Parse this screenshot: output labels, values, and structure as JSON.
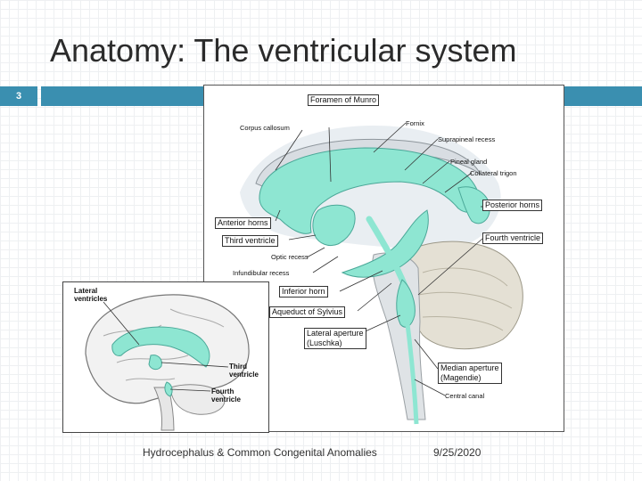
{
  "slide": {
    "title": "Anatomy: The ventricular system",
    "number": "3",
    "footer_caption": "Hydrocephalus & Common Congenital Anomalies",
    "footer_date": "9/25/2020",
    "accent_color": "#3a8fb0",
    "ventricle_color": "#8ee6d2"
  },
  "figure": {
    "labels": {
      "foramen_of_munro": "Foramen of Munro",
      "corpus_callosum": "Corpus callosum",
      "fornix": "Fornix",
      "suprapineal_recess": "Suprapineal recess",
      "pineal_gland": "Pineal gland",
      "collateral_trigone": "Collateral trigon",
      "posterior_horns": "Posterior horns",
      "anterior_horns": "Anterior horns",
      "third_ventricle": "Third ventricle",
      "fourth_ventricle": "Fourth ventricle",
      "optic_recess": "Optic recess",
      "infundibular_recess": "Infundibular recess",
      "inferior_horn": "Inferior horn",
      "aqueduct_of_sylvius": "Aqueduct of Sylvius",
      "lateral_aperture_1": "Lateral aperture",
      "lateral_aperture_2": "(Luschka)",
      "median_aperture_1": "Median aperture",
      "median_aperture_2": "(Magendie)",
      "central_canal": "Central canal"
    }
  },
  "inset": {
    "lateral_ventricles_1": "Lateral",
    "lateral_ventricles_2": "ventricles",
    "third_ventricle_1": "Third",
    "third_ventricle_2": "ventricle",
    "fourth_ventricle_1": "Fourth",
    "fourth_ventricle_2": "ventricle"
  }
}
